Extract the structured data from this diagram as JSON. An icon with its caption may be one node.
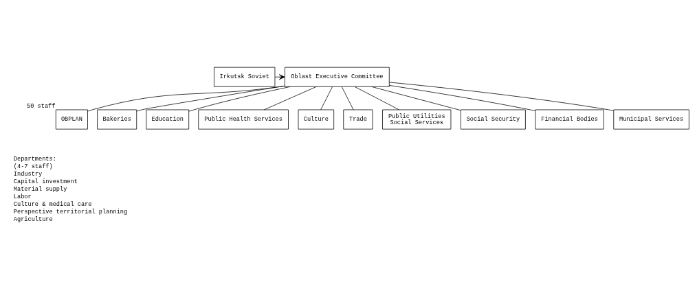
{
  "diagram": {
    "nodes": [
      {
        "text": [
          "Irkutsk Soviet"
        ]
      },
      {
        "text": [
          "Oblast Executive Committee"
        ]
      },
      {
        "text": [
          "OBPLAN"
        ],
        "beside": [
          "50 staff"
        ]
      },
      {
        "text": [
          "Bakeries"
        ]
      },
      {
        "text": [
          "Education"
        ]
      },
      {
        "text": [
          "Public Health Services"
        ]
      },
      {
        "text": [
          "Culture"
        ]
      },
      {
        "text": [
          "Trade"
        ]
      },
      {
        "text": [
          "Public Utilities",
          "Social Services"
        ]
      },
      {
        "text": [
          "Social Security"
        ]
      },
      {
        "text": [
          "Financial Bodies"
        ]
      },
      {
        "text": [
          "Municipal Services"
        ]
      }
    ],
    "edges": [
      {
        "from": 0,
        "to": 1,
        "arrow": "to"
      },
      {
        "from": 1,
        "to": 2,
        "arrow": "none"
      },
      {
        "from": 1,
        "to": 3,
        "arrow": "none"
      },
      {
        "from": 1,
        "to": 4,
        "arrow": "none"
      },
      {
        "from": 1,
        "to": 5,
        "arrow": "none"
      },
      {
        "from": 1,
        "to": 6,
        "arrow": "none"
      },
      {
        "from": 1,
        "to": 7,
        "arrow": "none"
      },
      {
        "from": 1,
        "to": 8,
        "arrow": "none"
      },
      {
        "from": 1,
        "to": 9,
        "arrow": "none"
      },
      {
        "from": 1,
        "to": 10,
        "arrow": "none"
      },
      {
        "from": 1,
        "to": 11,
        "arrow": "none"
      }
    ],
    "labels": [
      "Departments:",
      "(4-7 staff)",
      "Industry",
      "Capital investment",
      "Material supply",
      "Labor",
      "Culture & medical care",
      "Perspective territorial planning",
      "Agriculture"
    ]
  }
}
